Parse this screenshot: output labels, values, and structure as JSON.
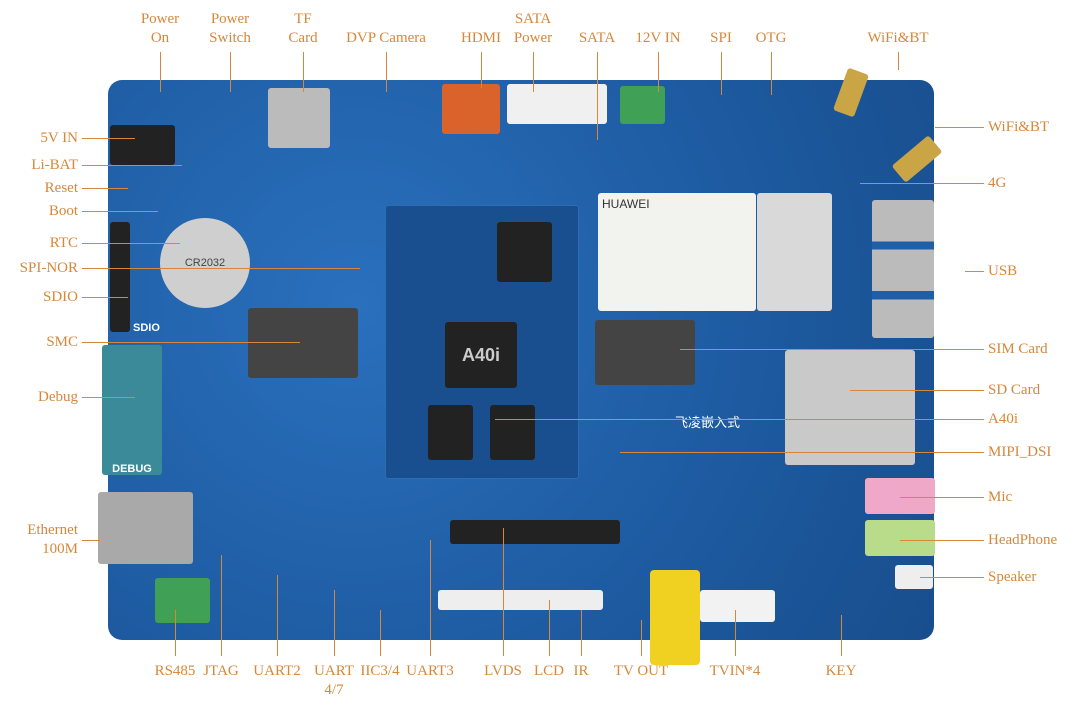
{
  "colors": {
    "label": "#d6873a",
    "board": "#1f5fa8"
  },
  "board_markings": {
    "soc": "A40i",
    "wifi_module": "HUAWEI",
    "debug": "DEBUG",
    "sdio": "SDIO",
    "brand": "飞凌嵌入式",
    "battery": "CR2032"
  },
  "labels": {
    "top": [
      {
        "id": "power-on",
        "text": [
          "Power",
          "On"
        ]
      },
      {
        "id": "power-switch",
        "text": [
          "Power",
          "Switch"
        ]
      },
      {
        "id": "tf-card",
        "text": [
          "TF",
          "Card"
        ]
      },
      {
        "id": "dvp-camera",
        "text": [
          "DVP Camera"
        ]
      },
      {
        "id": "hdmi",
        "text": [
          "HDMI"
        ]
      },
      {
        "id": "sata-power",
        "text": [
          "SATA",
          "Power"
        ]
      },
      {
        "id": "sata",
        "text": [
          "SATA"
        ]
      },
      {
        "id": "12v-in",
        "text": [
          "12V IN"
        ]
      },
      {
        "id": "spi",
        "text": [
          "SPI"
        ]
      },
      {
        "id": "otg",
        "text": [
          "OTG"
        ]
      },
      {
        "id": "wifi-bt-top",
        "text": [
          "WiFi&BT"
        ]
      }
    ],
    "left": [
      {
        "id": "5v-in",
        "text": [
          "5V IN"
        ]
      },
      {
        "id": "li-bat",
        "text": [
          "Li-BAT"
        ]
      },
      {
        "id": "reset",
        "text": [
          "Reset"
        ]
      },
      {
        "id": "boot",
        "text": [
          "Boot"
        ]
      },
      {
        "id": "rtc",
        "text": [
          "RTC"
        ]
      },
      {
        "id": "spi-nor",
        "text": [
          "SPI-NOR"
        ]
      },
      {
        "id": "sdio",
        "text": [
          "SDIO"
        ]
      },
      {
        "id": "smc",
        "text": [
          "SMC"
        ]
      },
      {
        "id": "debug",
        "text": [
          "Debug"
        ]
      },
      {
        "id": "ethernet",
        "text": [
          "Ethernet",
          "100M"
        ]
      }
    ],
    "right": [
      {
        "id": "wifi-bt-right",
        "text": [
          "WiFi&BT"
        ]
      },
      {
        "id": "4g",
        "text": [
          "4G"
        ]
      },
      {
        "id": "usb",
        "text": [
          "USB"
        ]
      },
      {
        "id": "sim-card",
        "text": [
          "SIM Card"
        ]
      },
      {
        "id": "sd-card",
        "text": [
          "SD Card"
        ]
      },
      {
        "id": "a40i",
        "text": [
          "A40i"
        ]
      },
      {
        "id": "mipi-dsi",
        "text": [
          "MIPI_DSI"
        ]
      },
      {
        "id": "mic",
        "text": [
          "Mic"
        ]
      },
      {
        "id": "headphone",
        "text": [
          "HeadPhone"
        ]
      },
      {
        "id": "speaker",
        "text": [
          "Speaker"
        ]
      }
    ],
    "bottom": [
      {
        "id": "rs485",
        "text": [
          "RS485"
        ]
      },
      {
        "id": "jtag",
        "text": [
          "JTAG"
        ]
      },
      {
        "id": "uart2",
        "text": [
          "UART2"
        ]
      },
      {
        "id": "uart-4-7",
        "text": [
          "UART",
          "4/7"
        ]
      },
      {
        "id": "iic3-4",
        "text": [
          "IIC3/4"
        ]
      },
      {
        "id": "uart3",
        "text": [
          "UART3"
        ]
      },
      {
        "id": "lvds",
        "text": [
          "LVDS"
        ]
      },
      {
        "id": "lcd",
        "text": [
          "LCD"
        ]
      },
      {
        "id": "ir",
        "text": [
          "IR"
        ]
      },
      {
        "id": "tv-out",
        "text": [
          "TV OUT"
        ]
      },
      {
        "id": "tvin-4",
        "text": [
          "TVIN*4"
        ]
      },
      {
        "id": "key",
        "text": [
          "KEY"
        ]
      }
    ]
  }
}
